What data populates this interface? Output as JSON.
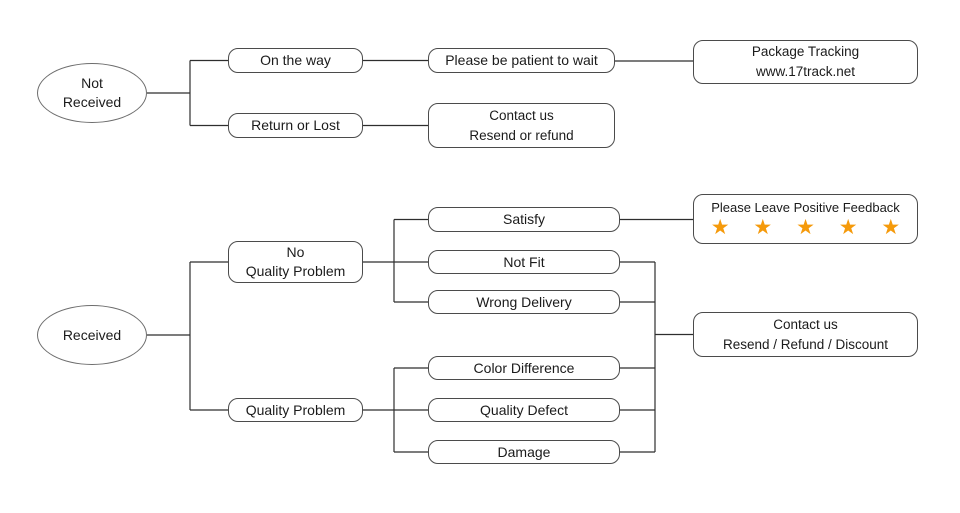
{
  "flowchart": {
    "not_received_branch": {
      "root": "Not\nReceived",
      "on_the_way": "On the way",
      "please_be_patient": "Please be patient to wait",
      "package_tracking": "Package Tracking\nwww.17track.net",
      "return_or_lost": "Return or Lost",
      "contact_us": "Contact us\nResend or refund"
    },
    "received_branch": {
      "root": "Received",
      "no_quality_problem": "No\nQuality Problem",
      "satisfy": "Satisfy",
      "not_fit": "Not Fit",
      "wrong_delivery": "Wrong Delivery",
      "quality_problem": "Quality Problem",
      "color_difference": "Color Difference",
      "quality_defect": "Quality Defect",
      "damage": "Damage",
      "feedback_title": "Please Leave Positive Feedback",
      "feedback_stars": "★ ★ ★ ★ ★",
      "feedback_star_count": 5,
      "contact_us": "Contact us\nResend / Refund / Discount"
    },
    "colors": {
      "star": "#F59A0B",
      "line": "#2e2e2e",
      "box_border": "#4b4b4b",
      "background": "#ffffff"
    }
  }
}
